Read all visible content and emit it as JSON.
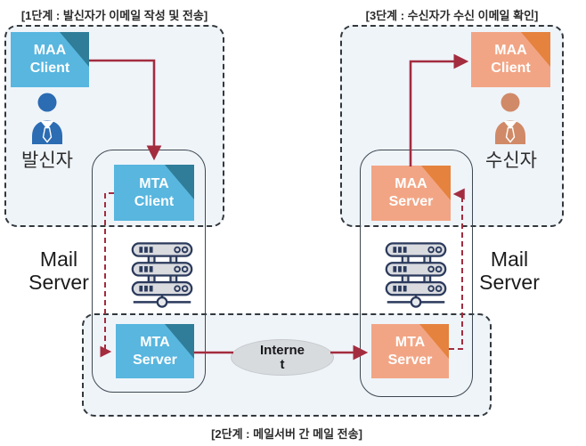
{
  "titles": {
    "step1": "[1단계 : 발신자가 이메일 작성 및 전송]",
    "step3": "[3단계 : 수신자가 수신 이메일 확인]",
    "step2": "[2단계 : 메일서버 간 메일 전송]"
  },
  "nodes": {
    "maa_client_left": {
      "line1": "MAA",
      "line2": "Client"
    },
    "mta_client": {
      "line1": "MTA",
      "line2": "Client"
    },
    "mta_server_left": {
      "line1": "MTA",
      "line2": "Server"
    },
    "mta_server_right": {
      "line1": "MTA",
      "line2": "Server"
    },
    "maa_server": {
      "line1": "MAA",
      "line2": "Server"
    },
    "maa_client_right": {
      "line1": "MAA",
      "line2": "Client"
    }
  },
  "actors": {
    "sender": "발신자",
    "receiver": "수신자"
  },
  "labels": {
    "mail_server_left": {
      "line1": "Mail",
      "line2": "Server"
    },
    "mail_server_right": {
      "line1": "Mail",
      "line2": "Server"
    },
    "internet": {
      "line1": "Interne",
      "line2": "t"
    }
  },
  "icons": {
    "person_left": "person-icon",
    "person_right": "person-icon",
    "server_left": "server-rack-icon",
    "server_right": "server-rack-icon"
  },
  "colors": {
    "blue_box": "#58B6DF",
    "blue_corner": "#2F7D99",
    "orange_box": "#F2A585",
    "orange_corner": "#E5823E",
    "arrow": "#A32C3F",
    "person_blue": "#2B6CB3",
    "person_orange": "#D08A67",
    "container_fill": "#EFF4F9",
    "dashed_border": "#33383d",
    "rect_border": "#3E4850",
    "ellipse_fill": "#D8DBDE",
    "server_stroke": "#2B3A5C",
    "server_fill": "#D9DBDF"
  }
}
